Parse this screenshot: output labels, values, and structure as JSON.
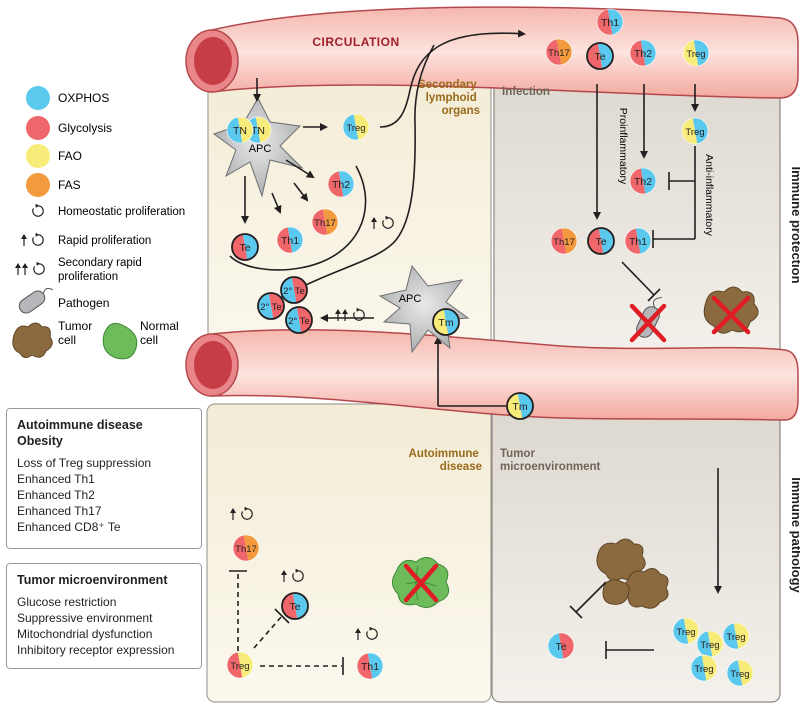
{
  "labels": {
    "circulation": "CIRCULATION",
    "secondary_lymphoid": [
      "Secondary",
      "lymphoid",
      "organs"
    ],
    "infection": "Infection",
    "autoimmune": [
      "Autoimmune",
      "disease"
    ],
    "tumor_env": [
      "Tumor",
      "microenvironment"
    ],
    "immune_protection": "Immune protection",
    "immune_pathology": "Immune pathology",
    "proinflammatory": "Proinflammatory",
    "anti_inflammatory": "Anti-inflammatory",
    "apc": "APC"
  },
  "cells": {
    "tn": "TN",
    "treg": "Treg",
    "th2": "Th2",
    "th17": "Th17",
    "th1": "Th1",
    "te": "Te",
    "tm": "Tm",
    "te2": "2° Te"
  },
  "legend": {
    "oxphos": "OXPHOS",
    "glycolysis": "Glycolysis",
    "fao": "FAO",
    "fas": "FAS",
    "homeostatic": "Homeostatic proliferation",
    "rapid": "Rapid proliferation",
    "secondary_rapid": [
      "Secondary rapid",
      "proliferation"
    ],
    "pathogen": "Pathogen",
    "tumor_cell": [
      "Tumor",
      "cell"
    ],
    "normal_cell": [
      "Normal",
      "cell"
    ],
    "colors": {
      "oxphos": "#5bc8ee",
      "glycolysis": "#f0676b",
      "fao": "#f7ec7a",
      "fas": "#f39a3e"
    }
  },
  "box_autoimmune": {
    "title": [
      "Autoimmune disease",
      "Obesity"
    ],
    "items": [
      "Loss of Treg suppression",
      "Enhanced Th1",
      "Enhanced Th2",
      "Enhanced Th17",
      "Enhanced CD8⁺ Te"
    ]
  },
  "box_tumor": {
    "title": "Tumor microenvironment",
    "items": [
      "Glucose restriction",
      "Suppressive environment",
      "Mitochondrial dysfunction",
      "Inhibitory receptor expression"
    ]
  }
}
